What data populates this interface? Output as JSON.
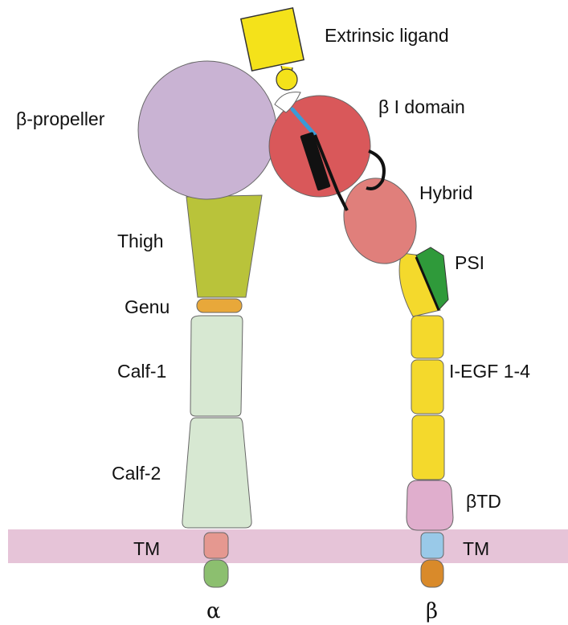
{
  "labels": {
    "extrinsic_ligand": "Extrinsic ligand",
    "beta_propeller": "β-propeller",
    "beta_i_domain": "β I domain",
    "hybrid": "Hybrid",
    "thigh": "Thigh",
    "psi": "PSI",
    "genu": "Genu",
    "calf1": "Calf-1",
    "iegf": "I-EGF 1-4",
    "calf2": "Calf-2",
    "btd": "βTD",
    "tm_alpha": "TM",
    "tm_beta": "TM",
    "alpha": "α",
    "beta": "β"
  },
  "colors": {
    "membrane": "#e6c4d8",
    "ligand": "#f4e21a",
    "propeller": "#c9b3d3",
    "beta_i": "#d9585a",
    "hybrid": "#e07f7b",
    "psi": "#2f9a3a",
    "thigh": "#b9c33a",
    "genu": "#e8a83a",
    "calf": "#d7e8d2",
    "iegf": "#f4d92c",
    "btd": "#e0aecd",
    "tm_alpha": "#e59890",
    "tail_alpha": "#8cbf6f",
    "tm_beta": "#99c9e8",
    "tail_beta": "#d98a2a",
    "linker_blue": "#3b9bd6"
  }
}
